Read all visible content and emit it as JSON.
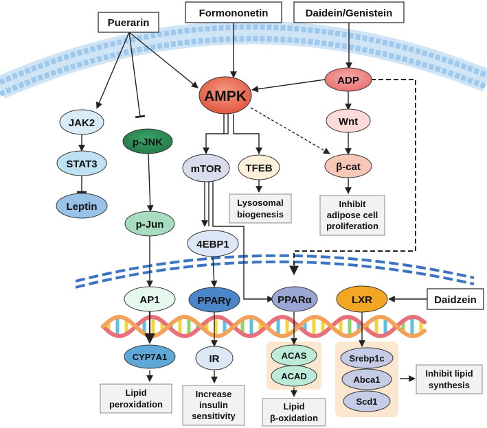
{
  "compounds": {
    "puerarin": "Puerarin",
    "formononetin": "Formononetin",
    "daidein_genistein": "Daidein/Genistein",
    "daidzein": "Daidzein"
  },
  "nodes": {
    "ampk": "AMPK",
    "adp": "ADP",
    "wnt": "Wnt",
    "beta_cat": "β-cat",
    "jak2": "JAK2",
    "stat3": "STAT3",
    "leptin": "Leptin",
    "p_jnk": "p-JNK",
    "p_jun": "p-Jun",
    "ap1": "AP1",
    "cyp7a1": "CYP7A1",
    "mtor": "mTOR",
    "tfeb": "TFEB",
    "ebp1": "4EBP1",
    "ppar_gamma": "PPARγ",
    "ir": "IR",
    "ppar_alpha": "PPARα",
    "acas": "ACAS",
    "acad": "ACAD",
    "lxr": "LXR",
    "srebp1c": "Srebp1c",
    "abca1": "Abca1",
    "scd1": "Scd1"
  },
  "outcomes": {
    "lysosomal": [
      "Lysosomal",
      "biogenesis"
    ],
    "inhibit_adipose": [
      "Inhibit",
      "adipose cell",
      "proliferation"
    ],
    "lipid_peroxidation": [
      "Lipid",
      "peroxidation"
    ],
    "insulin": [
      "Increase",
      "insulin",
      "sensitivity"
    ],
    "beta_oxidation": [
      "Lipid",
      "β-oxidation"
    ],
    "inhibit_lipid": [
      "Inhibit lipid",
      "synthesis"
    ]
  },
  "colors": {
    "ampk": "#e8735a",
    "adp": "#f08c8c",
    "wnt": "#fcdada",
    "beta_cat": "#f7c7b8",
    "jak2": "#d9ecf7",
    "stat3": "#bfe2f2",
    "leptin": "#98c2e8",
    "p_jnk": "#2e8b57",
    "p_jun": "#a8dcc0",
    "ap1": "#e6f7ee",
    "cyp7a1": "#5ea8d8",
    "mtor": "#d8dcec",
    "tfeb": "#fdf1dc",
    "ebp1": "#dde7f5",
    "ppar_gamma": "#4a86c8",
    "ir": "#dce8f6",
    "ppar_alpha": "#9aa6d4",
    "lxr": "#f2a623",
    "acas_acad": "#bcecd8",
    "lxr_group": "#c6cce6",
    "group_bg": "#fbe6cf",
    "membrane": "#9fc9ec",
    "nuclear": "#3a74c2",
    "outcome_bg": "#f2f2f2"
  }
}
